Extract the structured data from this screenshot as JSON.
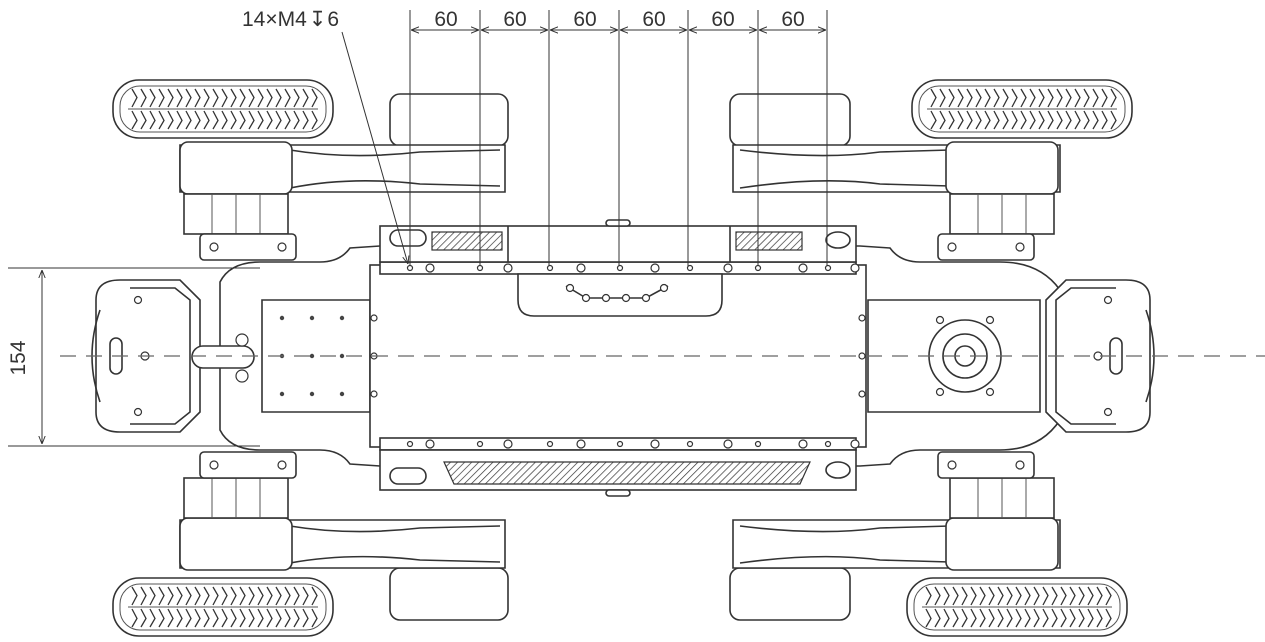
{
  "drawing": {
    "hole_note": {
      "prefix": "14×M4",
      "depth_symbol": "↧",
      "depth": "6"
    },
    "pitch_dimensions": [
      "60",
      "60",
      "60",
      "60",
      "60",
      "60"
    ],
    "width_dimension": "154"
  }
}
